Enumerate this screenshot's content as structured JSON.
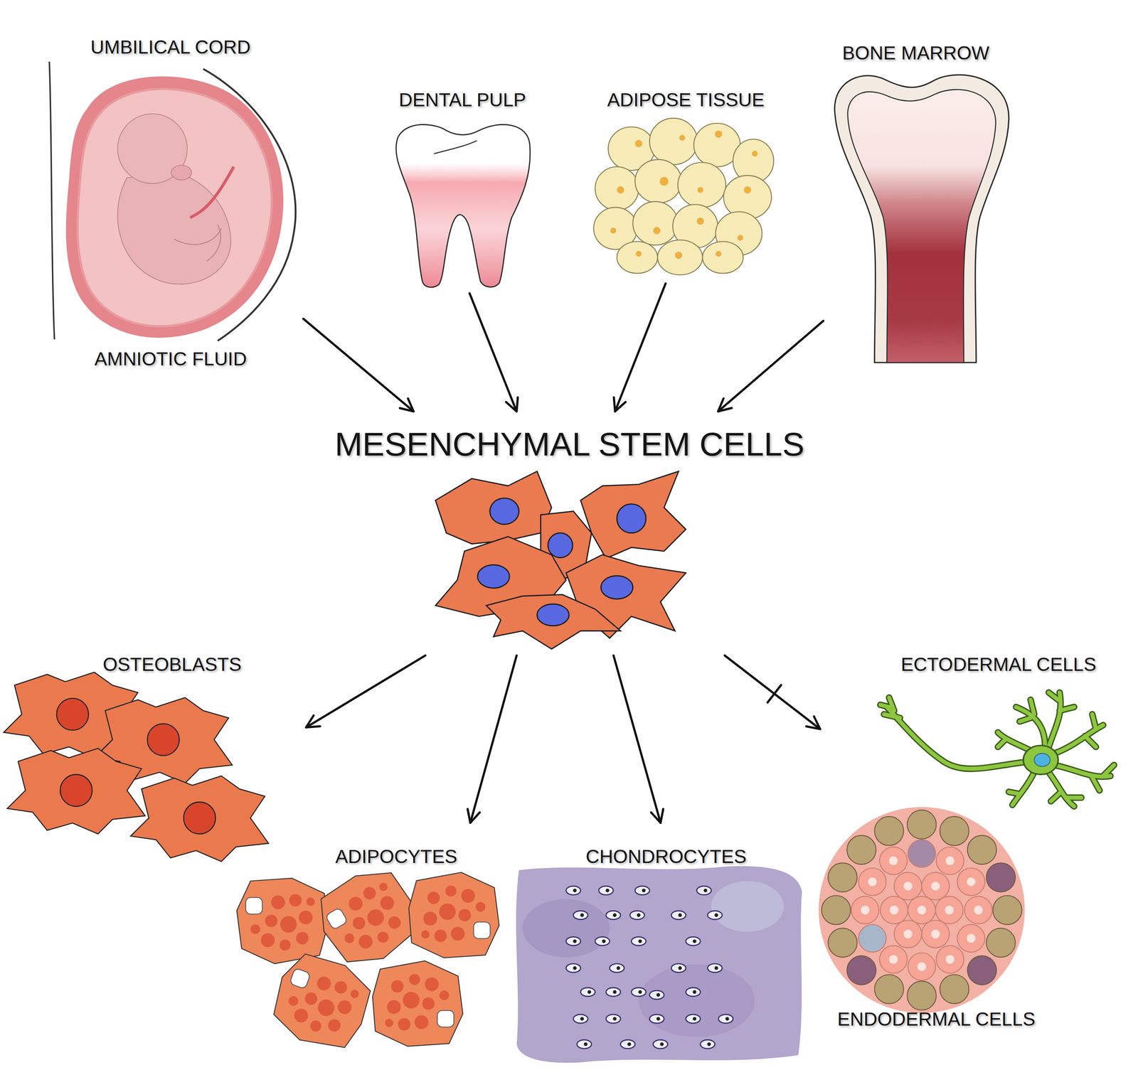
{
  "diagram": {
    "nodes": [
      {
        "text": [
          "UMBILICAL CORD",
          "AMNIOTIC FLUID"
        ]
      },
      {
        "text": [
          "DENTAL PULP"
        ]
      },
      {
        "text": [
          "ADIPOSE TISSUE"
        ]
      },
      {
        "text": [
          "BONE MARROW"
        ]
      },
      {
        "text": [
          "MESENCHYMAL STEM CELLS"
        ]
      },
      {
        "text": [
          "OSTEOBLASTS"
        ]
      },
      {
        "text": [
          "ECTODERMAL CELLS"
        ]
      },
      {
        "text": [
          "ADIPOCYTES"
        ]
      },
      {
        "text": [
          "CHONDROCYTES"
        ]
      },
      {
        "text": [
          "ENDODERMAL CELLS"
        ]
      }
    ],
    "edges": [
      {
        "from": 0,
        "to": 4,
        "arrow": "to"
      },
      {
        "from": 1,
        "to": 4,
        "arrow": "to"
      },
      {
        "from": 2,
        "to": 4,
        "arrow": "to"
      },
      {
        "from": 3,
        "to": 4,
        "arrow": "to"
      },
      {
        "from": 4,
        "to": 5,
        "arrow": "to"
      },
      {
        "from": 4,
        "to": 7,
        "arrow": "to"
      },
      {
        "from": 4,
        "to": 8,
        "arrow": "to"
      },
      {
        "from": 4,
        "to": 6,
        "arrow": "to"
      }
    ]
  }
}
